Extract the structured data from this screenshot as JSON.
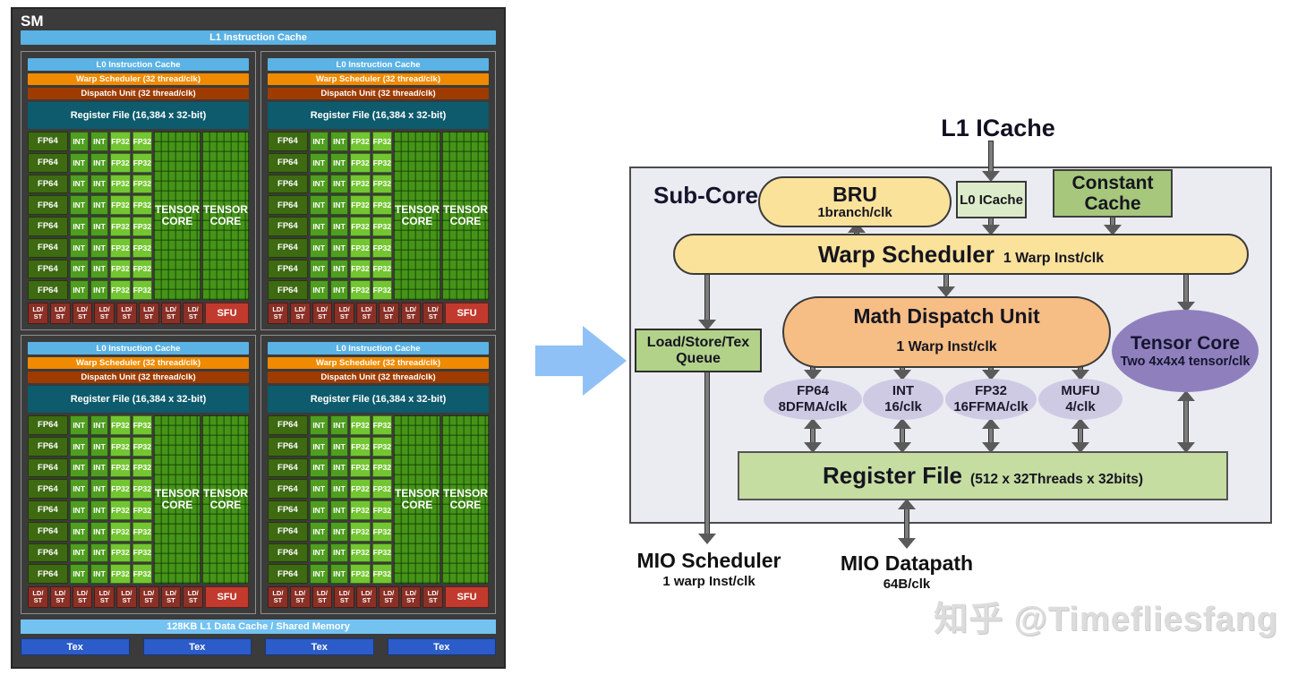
{
  "sm": {
    "title": "SM",
    "l1_cache": "L1 Instruction Cache",
    "block": {
      "l0_cache": "L0 Instruction Cache",
      "warp_scheduler": "Warp Scheduler (32 thread/clk)",
      "dispatch_unit": "Dispatch Unit (32 thread/clk)",
      "register_file": "Register File (16,384 x 32-bit)",
      "fp64": "FP64",
      "int": "INT",
      "fp32": "FP32",
      "tensor_core": "TENSOR\nCORE",
      "ldst": "LD/\nST",
      "sfu": "SFU",
      "rows": 8
    },
    "l1_data_cache": "128KB L1 Data Cache / Shared Memory",
    "tex": "Tex"
  },
  "subcore": {
    "l1_icache": "L1 ICache",
    "title": "Sub-Core",
    "bru": {
      "title": "BRU",
      "rate": "1branch/clk"
    },
    "l0_icache": "L0 ICache",
    "constant_cache": "Constant\nCache",
    "warp_scheduler": {
      "title": "Warp  Scheduler",
      "rate": "1 Warp Inst/clk"
    },
    "math_dispatch": {
      "title": "Math Dispatch Unit",
      "rate": "1 Warp Inst/clk"
    },
    "ls_queue": "Load/Store/Tex\nQueue",
    "tensor_core": {
      "title": "Tensor Core",
      "rate": "Two 4x4x4 tensor/clk"
    },
    "units": [
      {
        "name": "FP64",
        "rate": "8DFMA/clk"
      },
      {
        "name": "INT",
        "rate": "16/clk"
      },
      {
        "name": "FP32",
        "rate": "16FFMA/clk"
      },
      {
        "name": "MUFU",
        "rate": "4/clk"
      }
    ],
    "register_file": {
      "title": "Register File",
      "rate": "(512 x 32Threads x 32bits)"
    },
    "mio_scheduler": {
      "title": "MIO Scheduler",
      "rate": "1 warp Inst/clk"
    },
    "mio_datapath": {
      "title": "MIO Datapath",
      "rate": "64B/clk"
    }
  },
  "watermark": "知乎 @Timefliesfang",
  "colors": {
    "sm_background": "#3b3b3b",
    "icache_blue": "#5bb2e4",
    "data_cache_blue": "#74c2f0",
    "warp_orange": "#f08a00",
    "dispatch_rust": "#9e3c00",
    "regfile_teal": "#0d5b6d",
    "fp64_green": "#3e6a12",
    "int_green": "#4f9e20",
    "fp32_green": "#73c631",
    "tensor_green": "#459418",
    "ldst_red": "#8b3026",
    "sfu_red": "#c23a2d",
    "tex_blue": "#2b5cc9",
    "subcore_fill": "#ebebf2",
    "yellow_box": "#fbe29b",
    "orange_box": "#f6bd84",
    "green_box": "#a6c77c",
    "light_green_box": "#c6dda2",
    "purple_ellipse": "#8f80bd",
    "light_purple_ellipse": "#cfcae4",
    "transform_arrow_blue": "#8fc1f6"
  }
}
